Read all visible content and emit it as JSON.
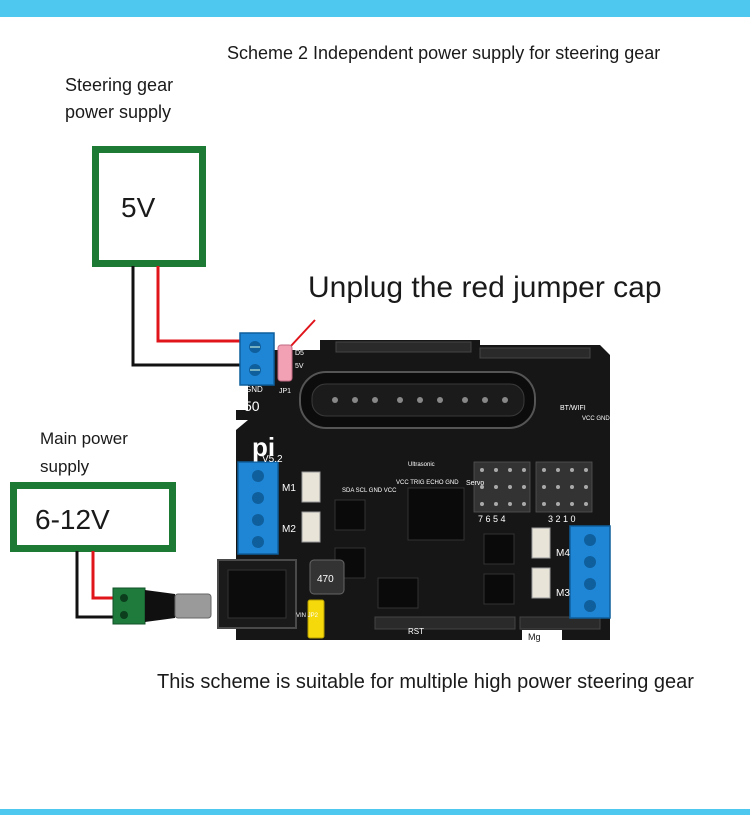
{
  "scheme_title": "Scheme 2 Independent power supply for steering gear",
  "steering_supply_label": "Steering gear power supply",
  "steering_supply_voltage": "5V",
  "unplug_label": "Unplug the red jumper cap",
  "main_supply_label": "Main power supply",
  "main_supply_voltage": "6-12V",
  "note": "This scheme is suitable for multiple high power steering gear",
  "board": {
    "logo": "pi",
    "version": "V5.2",
    "pin_50": "50",
    "gnd": "GND",
    "jp1": "JP1",
    "pin_d5": "D5",
    "pin_5v": "5V",
    "motor_labels": [
      "M1",
      "M2",
      "M3",
      "M4"
    ],
    "i2c_labels": "SDA SCL GND VCC",
    "ultrasonic_label": "Ultrasonic",
    "ultrasonic_pins": "VCC TRIG ECHO GND",
    "servo_label": "Servo",
    "servo_nums": "7 6 5 4",
    "servo_nums_right": "3 2 1 0",
    "bt_label": "BT/WIFI",
    "uart_labels": "VCC GND RX TX",
    "inductor_value": "470",
    "vin_label": "VIN JP2",
    "rst_label": "RST",
    "mg_label": "Mg"
  },
  "colors": {
    "top_bar": "#4ec8ef",
    "bottom_bar": "#4ec8ef",
    "box_border": "#1c7a35",
    "board": "#161616",
    "terminal_blue": "#1f86d6",
    "wire_red": "#e0141b",
    "wire_black": "#111111",
    "dc_jack_green": "#1e7b3c",
    "jumper_pink": "#f2a1b5",
    "yellow_cap": "#f5d90a"
  }
}
